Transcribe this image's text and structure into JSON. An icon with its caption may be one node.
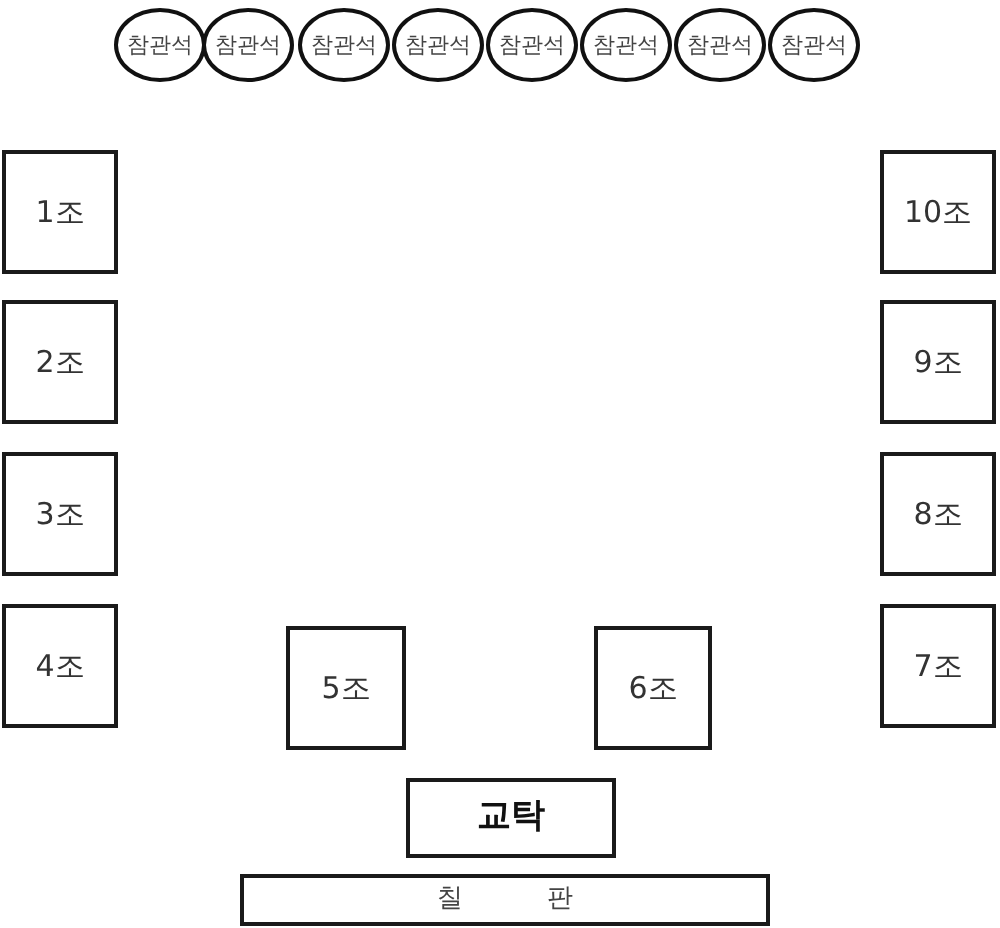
{
  "diagram": {
    "nodes": [
      {
        "text": [
          "참관석"
        ]
      },
      {
        "text": [
          "참관석"
        ]
      },
      {
        "text": [
          "참관석"
        ]
      },
      {
        "text": [
          "참관석"
        ]
      },
      {
        "text": [
          "참관석"
        ]
      },
      {
        "text": [
          "참관석"
        ]
      },
      {
        "text": [
          "참관석"
        ]
      },
      {
        "text": [
          "참관석"
        ]
      },
      {
        "text": [
          "1조"
        ]
      },
      {
        "text": [
          "10조"
        ]
      },
      {
        "text": [
          "2조"
        ]
      },
      {
        "text": [
          "9조"
        ]
      },
      {
        "text": [
          "3조"
        ]
      },
      {
        "text": [
          "8조"
        ]
      },
      {
        "text": [
          "4조"
        ]
      },
      {
        "text": [
          "7조"
        ]
      },
      {
        "text": [
          "5조"
        ]
      },
      {
        "text": [
          "6조"
        ]
      },
      {
        "text": [
          "교탁"
        ]
      },
      {
        "text": [
          "칠 판"
        ]
      }
    ]
  }
}
